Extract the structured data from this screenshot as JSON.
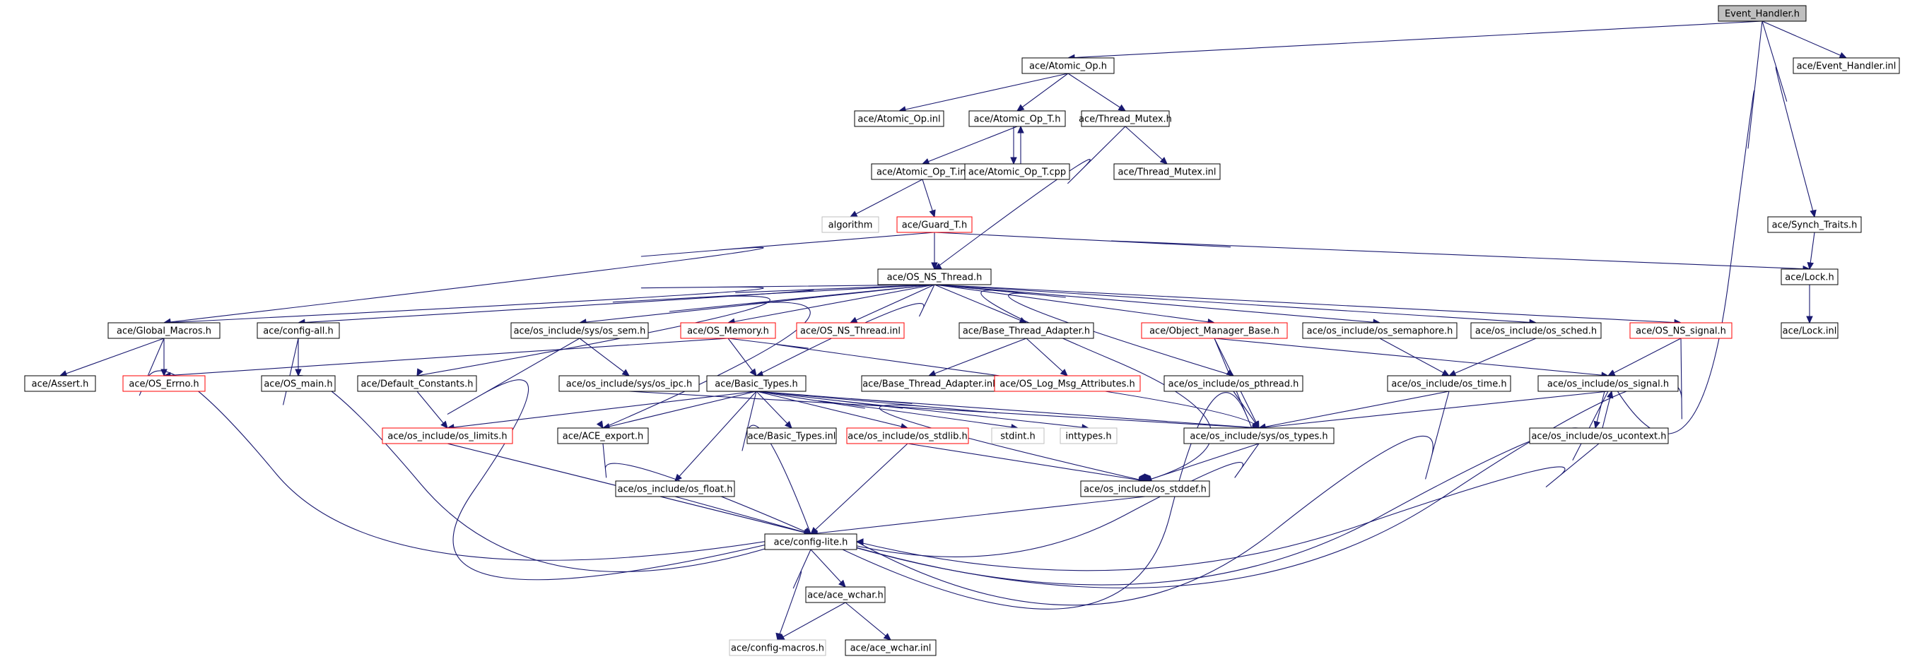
{
  "graph": {
    "colors": {
      "edge": "#191970",
      "node_border_normal": "#000000",
      "node_border_truncated": "#ff0000",
      "node_border_external": "#bfbfbf",
      "root_fill": "#bfbfbf",
      "node_fill": "#ffffff"
    },
    "nodes": [
      {
        "id": "n0",
        "label": "Event_Handler.h",
        "style": "root"
      },
      {
        "id": "n1",
        "label": "ace/Atomic_Op.h",
        "style": "normal"
      },
      {
        "id": "n2",
        "label": "ace/Event_Handler.inl",
        "style": "normal"
      },
      {
        "id": "n3",
        "label": "ace/Atomic_Op.inl",
        "style": "normal"
      },
      {
        "id": "n4",
        "label": "ace/Atomic_Op_T.h",
        "style": "normal"
      },
      {
        "id": "n5",
        "label": "ace/Thread_Mutex.h",
        "style": "normal"
      },
      {
        "id": "n6",
        "label": "ace/Atomic_Op_T.inl",
        "style": "normal"
      },
      {
        "id": "n7",
        "label": "ace/Atomic_Op_T.cpp",
        "style": "normal"
      },
      {
        "id": "n8",
        "label": "ace/Thread_Mutex.inl",
        "style": "normal"
      },
      {
        "id": "n9",
        "label": "algorithm",
        "style": "external"
      },
      {
        "id": "n10",
        "label": "ace/Guard_T.h",
        "style": "truncated"
      },
      {
        "id": "n11",
        "label": "ace/Synch_Traits.h",
        "style": "normal"
      },
      {
        "id": "n12",
        "label": "ace/OS_NS_Thread.h",
        "style": "normal"
      },
      {
        "id": "n13",
        "label": "ace/Lock.h",
        "style": "normal"
      },
      {
        "id": "n14",
        "label": "ace/Global_Macros.h",
        "style": "normal"
      },
      {
        "id": "n15",
        "label": "ace/config-all.h",
        "style": "normal"
      },
      {
        "id": "n16",
        "label": "ace/os_include/sys/os_sem.h",
        "style": "normal"
      },
      {
        "id": "n17",
        "label": "ace/OS_Memory.h",
        "style": "truncated"
      },
      {
        "id": "n18",
        "label": "ace/OS_NS_Thread.inl",
        "style": "truncated"
      },
      {
        "id": "n19",
        "label": "ace/Base_Thread_Adapter.h",
        "style": "normal"
      },
      {
        "id": "n20",
        "label": "ace/Object_Manager_Base.h",
        "style": "truncated"
      },
      {
        "id": "n21",
        "label": "ace/os_include/os_semaphore.h",
        "style": "normal"
      },
      {
        "id": "n22",
        "label": "ace/os_include/os_sched.h",
        "style": "normal"
      },
      {
        "id": "n23",
        "label": "ace/OS_NS_signal.h",
        "style": "truncated"
      },
      {
        "id": "n24",
        "label": "ace/Lock.inl",
        "style": "normal"
      },
      {
        "id": "n25",
        "label": "ace/Assert.h",
        "style": "normal"
      },
      {
        "id": "n26",
        "label": "ace/OS_Errno.h",
        "style": "truncated"
      },
      {
        "id": "n27",
        "label": "ace/OS_main.h",
        "style": "normal"
      },
      {
        "id": "n28",
        "label": "ace/Default_Constants.h",
        "style": "normal"
      },
      {
        "id": "n29",
        "label": "ace/os_include/sys/os_ipc.h",
        "style": "normal"
      },
      {
        "id": "n30",
        "label": "ace/Basic_Types.h",
        "style": "normal"
      },
      {
        "id": "n31",
        "label": "ace/Base_Thread_Adapter.inl",
        "style": "normal"
      },
      {
        "id": "n32",
        "label": "ace/OS_Log_Msg_Attributes.h",
        "style": "truncated"
      },
      {
        "id": "n33",
        "label": "ace/os_include/os_pthread.h",
        "style": "normal"
      },
      {
        "id": "n34",
        "label": "ace/os_include/os_time.h",
        "style": "normal"
      },
      {
        "id": "n35",
        "label": "ace/os_include/os_signal.h",
        "style": "normal"
      },
      {
        "id": "n36",
        "label": "ace/os_include/os_limits.h",
        "style": "truncated"
      },
      {
        "id": "n37",
        "label": "ace/ACE_export.h",
        "style": "normal"
      },
      {
        "id": "n38",
        "label": "ace/Basic_Types.inl",
        "style": "normal"
      },
      {
        "id": "n39",
        "label": "ace/os_include/os_stdlib.h",
        "style": "truncated"
      },
      {
        "id": "n40",
        "label": "stdint.h",
        "style": "external"
      },
      {
        "id": "n41",
        "label": "inttypes.h",
        "style": "external"
      },
      {
        "id": "n42",
        "label": "ace/os_include/sys/os_types.h",
        "style": "normal"
      },
      {
        "id": "n43",
        "label": "ace/os_include/os_ucontext.h",
        "style": "normal"
      },
      {
        "id": "n44",
        "label": "ace/os_include/os_float.h",
        "style": "normal"
      },
      {
        "id": "n45",
        "label": "ace/os_include/os_stddef.h",
        "style": "normal"
      },
      {
        "id": "n46",
        "label": "ace/config-lite.h",
        "style": "normal"
      },
      {
        "id": "n47",
        "label": "ace/ace_wchar.h",
        "style": "normal"
      },
      {
        "id": "n48",
        "label": "ace/config-macros.h",
        "style": "external"
      },
      {
        "id": "n49",
        "label": "ace/ace_wchar.inl",
        "style": "normal"
      }
    ],
    "edges": [
      {
        "from": "n0",
        "to": "n1"
      },
      {
        "from": "n0",
        "to": "n2"
      },
      {
        "from": "n0",
        "to": "n11"
      },
      {
        "from": "n0",
        "to": "n35"
      },
      {
        "from": "n1",
        "to": "n3"
      },
      {
        "from": "n1",
        "to": "n4"
      },
      {
        "from": "n1",
        "to": "n5"
      },
      {
        "from": "n4",
        "to": "n6"
      },
      {
        "from": "n4",
        "to": "n7"
      },
      {
        "from": "n7",
        "to": "n4"
      },
      {
        "from": "n5",
        "to": "n8"
      },
      {
        "from": "n5",
        "to": "n12"
      },
      {
        "from": "n6",
        "to": "n9"
      },
      {
        "from": "n6",
        "to": "n10"
      },
      {
        "from": "n10",
        "to": "n12"
      },
      {
        "from": "n10",
        "to": "n13"
      },
      {
        "from": "n10",
        "to": "n14"
      },
      {
        "from": "n11",
        "to": "n13"
      },
      {
        "from": "n13",
        "to": "n24"
      },
      {
        "from": "n12",
        "to": "n14"
      },
      {
        "from": "n12",
        "to": "n15"
      },
      {
        "from": "n12",
        "to": "n16"
      },
      {
        "from": "n12",
        "to": "n17"
      },
      {
        "from": "n12",
        "to": "n18"
      },
      {
        "from": "n12",
        "to": "n19"
      },
      {
        "from": "n12",
        "to": "n20"
      },
      {
        "from": "n12",
        "to": "n21"
      },
      {
        "from": "n12",
        "to": "n22"
      },
      {
        "from": "n12",
        "to": "n23"
      },
      {
        "from": "n12",
        "to": "n28"
      },
      {
        "from": "n12",
        "to": "n30"
      },
      {
        "from": "n12",
        "to": "n33"
      },
      {
        "from": "n12",
        "to": "n37"
      },
      {
        "from": "n12",
        "to": "n45"
      },
      {
        "from": "n14",
        "to": "n25"
      },
      {
        "from": "n14",
        "to": "n26"
      },
      {
        "from": "n14",
        "to": "n46"
      },
      {
        "from": "n15",
        "to": "n27"
      },
      {
        "from": "n15",
        "to": "n46"
      },
      {
        "from": "n16",
        "to": "n29"
      },
      {
        "from": "n16",
        "to": "n46"
      },
      {
        "from": "n17",
        "to": "n26"
      },
      {
        "from": "n17",
        "to": "n30"
      },
      {
        "from": "n17",
        "to": "n42"
      },
      {
        "from": "n19",
        "to": "n31"
      },
      {
        "from": "n19",
        "to": "n32"
      },
      {
        "from": "n20",
        "to": "n35"
      },
      {
        "from": "n20",
        "to": "n42"
      },
      {
        "from": "n20",
        "to": "n46"
      },
      {
        "from": "n21",
        "to": "n34"
      },
      {
        "from": "n22",
        "to": "n34"
      },
      {
        "from": "n23",
        "to": "n35"
      },
      {
        "from": "n23",
        "to": "n46"
      },
      {
        "from": "n28",
        "to": "n36"
      },
      {
        "from": "n29",
        "to": "n42"
      },
      {
        "from": "n30",
        "to": "n36"
      },
      {
        "from": "n30",
        "to": "n37"
      },
      {
        "from": "n30",
        "to": "n38"
      },
      {
        "from": "n30",
        "to": "n39"
      },
      {
        "from": "n30",
        "to": "n40"
      },
      {
        "from": "n30",
        "to": "n41"
      },
      {
        "from": "n30",
        "to": "n42"
      },
      {
        "from": "n30",
        "to": "n44"
      },
      {
        "from": "n30",
        "to": "n45"
      },
      {
        "from": "n30",
        "to": "n46"
      },
      {
        "from": "n33",
        "to": "n42"
      },
      {
        "from": "n34",
        "to": "n42"
      },
      {
        "from": "n34",
        "to": "n46"
      },
      {
        "from": "n35",
        "to": "n42"
      },
      {
        "from": "n35",
        "to": "n43"
      },
      {
        "from": "n35",
        "to": "n46"
      },
      {
        "from": "n43",
        "to": "n35"
      },
      {
        "from": "n43",
        "to": "n46"
      },
      {
        "from": "n36",
        "to": "n46"
      },
      {
        "from": "n37",
        "to": "n46"
      },
      {
        "from": "n39",
        "to": "n45"
      },
      {
        "from": "n39",
        "to": "n46"
      },
      {
        "from": "n42",
        "to": "n45"
      },
      {
        "from": "n42",
        "to": "n46"
      },
      {
        "from": "n44",
        "to": "n46"
      },
      {
        "from": "n45",
        "to": "n46"
      },
      {
        "from": "n46",
        "to": "n47"
      },
      {
        "from": "n46",
        "to": "n48"
      },
      {
        "from": "n47",
        "to": "n48"
      },
      {
        "from": "n47",
        "to": "n49"
      }
    ]
  }
}
